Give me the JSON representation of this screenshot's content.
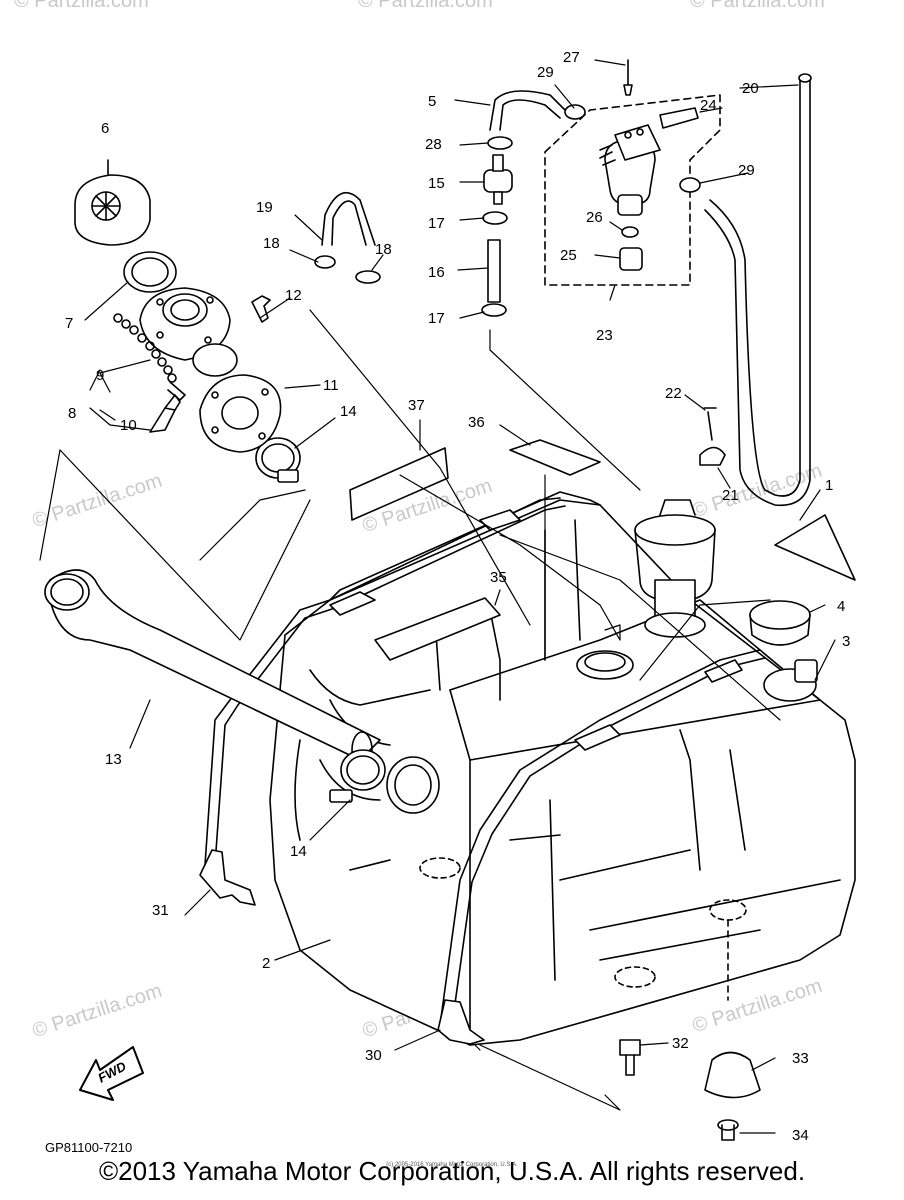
{
  "watermark_text": "© Partzilla.com",
  "diagram_code": "GP81100-7210",
  "fwd_label": "FWD",
  "copyright": "©2013 Yamaha Motor Corporation, U.S.A. All rights reserved.",
  "small_copyright": "(c) 2005-2016 Yamaha Motor Corporation, U.S.A.",
  "callouts": {
    "c1": "1",
    "c2": "2",
    "c3": "3",
    "c4": "4",
    "c5": "5",
    "c6": "6",
    "c7": "7",
    "c8": "8",
    "c9": "9",
    "c10": "10",
    "c11": "11",
    "c12": "12",
    "c13": "13",
    "c14a": "14",
    "c14b": "14",
    "c15": "15",
    "c16": "16",
    "c17a": "17",
    "c17b": "17",
    "c18a": "18",
    "c18b": "18",
    "c19": "19",
    "c20": "20",
    "c21": "21",
    "c22": "22",
    "c23": "23",
    "c24": "24",
    "c25": "25",
    "c26": "26",
    "c27": "27",
    "c28": "28",
    "c29a": "29",
    "c29b": "29",
    "c30": "30",
    "c31": "31",
    "c32": "32",
    "c33": "33",
    "c34": "34",
    "c35": "35",
    "c36": "36",
    "c37": "37"
  }
}
